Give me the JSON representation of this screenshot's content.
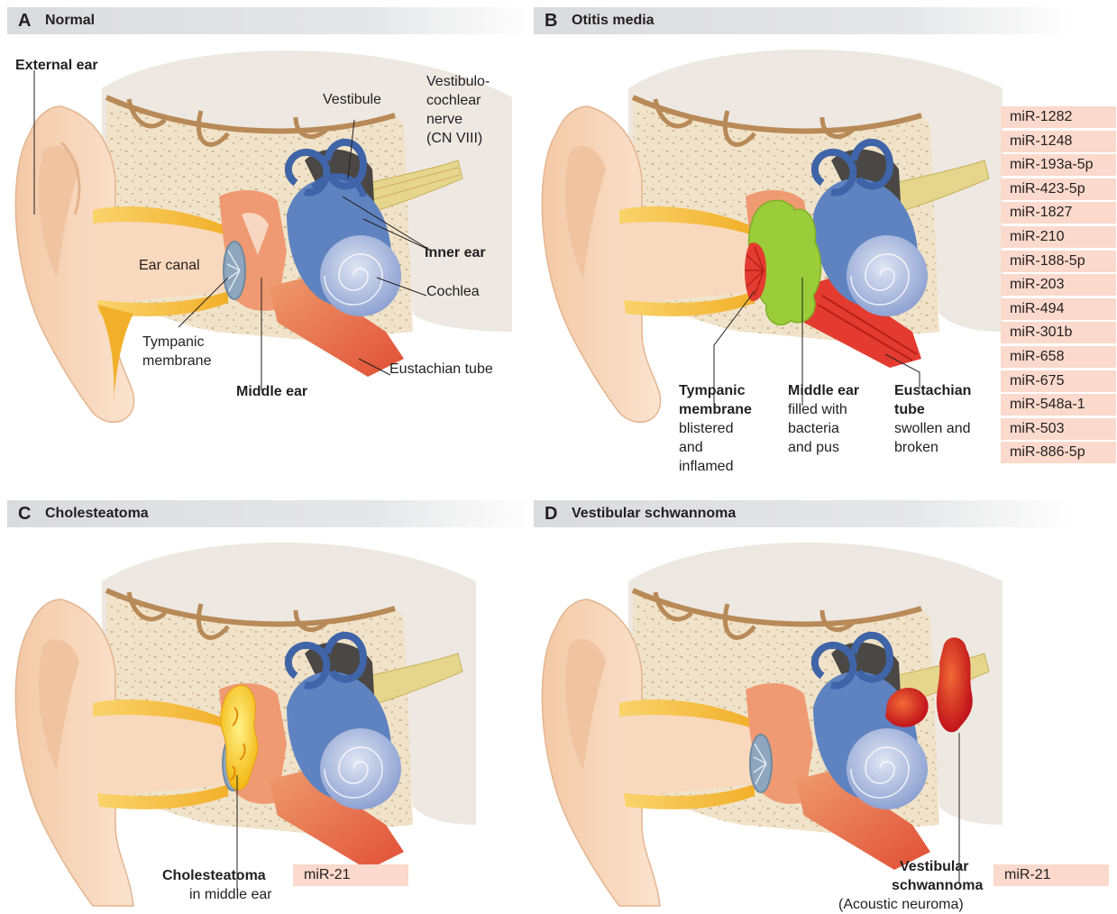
{
  "panels": {
    "a": {
      "letter": "A",
      "title": "Normal"
    },
    "b": {
      "letter": "B",
      "title": "Otitis media"
    },
    "c": {
      "letter": "C",
      "title": "Cholesteatoma"
    },
    "d": {
      "letter": "D",
      "title": "Vestibular schwannoma"
    }
  },
  "labels_a": {
    "external_ear": "External ear",
    "vestibule": "Vestibule",
    "nerve_1": "Vestibulo-",
    "nerve_2": "cochlear",
    "nerve_3": "nerve",
    "nerve_4": "(CN VIII)",
    "inner_ear": "Inner ear",
    "ear_canal": "Ear canal",
    "cochlea": "Cochlea",
    "tympanic_1": "Tympanic",
    "tympanic_2": "membrane",
    "eustachian": "Eustachian tube",
    "middle_ear": "Middle ear"
  },
  "labels_b": {
    "tm_title_1": "Tympanic",
    "tm_title_2": "membrane",
    "tm_desc_1": "blistered",
    "tm_desc_2": "and",
    "tm_desc_3": "inflamed",
    "me_title": "Middle ear",
    "me_desc_1": "filled with",
    "me_desc_2": "bacteria",
    "me_desc_3": "and pus",
    "et_title_1": "Eustachian",
    "et_title_2": "tube",
    "et_desc_1": "swollen and",
    "et_desc_2": "broken"
  },
  "mirnas_b": [
    "miR-1282",
    "miR-1248",
    "miR-193a-5p",
    "miR-423-5p",
    "miR-1827",
    "miR-210",
    "miR-188-5p",
    "miR-203",
    "miR-494",
    "miR-301b",
    "miR-658",
    "miR-675",
    "miR-548a-1",
    "miR-503",
    "miR-886-5p"
  ],
  "labels_c": {
    "title": "Cholesteatoma",
    "desc": "in middle ear",
    "mirna": "miR-21"
  },
  "labels_d": {
    "title_1": "Vestibular",
    "title_2": "schwannoma",
    "desc": "(Acoustic neuroma)",
    "mirna": "miR-21"
  },
  "colors": {
    "skin": "#f9d9bd",
    "skin_dark": "#efbf98",
    "bone": "#f1e3c9",
    "skull": "#ede8e1",
    "canal_yellow": "#f7c84a",
    "middle_ear": "#ef9a72",
    "inner_ear_blue": "#5f83c0",
    "cochlea": "#a9b7dc",
    "nerve": "#e6d58c",
    "tube": "#e2543a",
    "pus_green": "#9bcc3a",
    "inflamed_red": "#e33b2f",
    "cholesteatoma": "#f6d32f",
    "schwannoma": "#d8261f",
    "mirna_bg": "#fbd9cc",
    "header_gray": "#dadbdd"
  }
}
